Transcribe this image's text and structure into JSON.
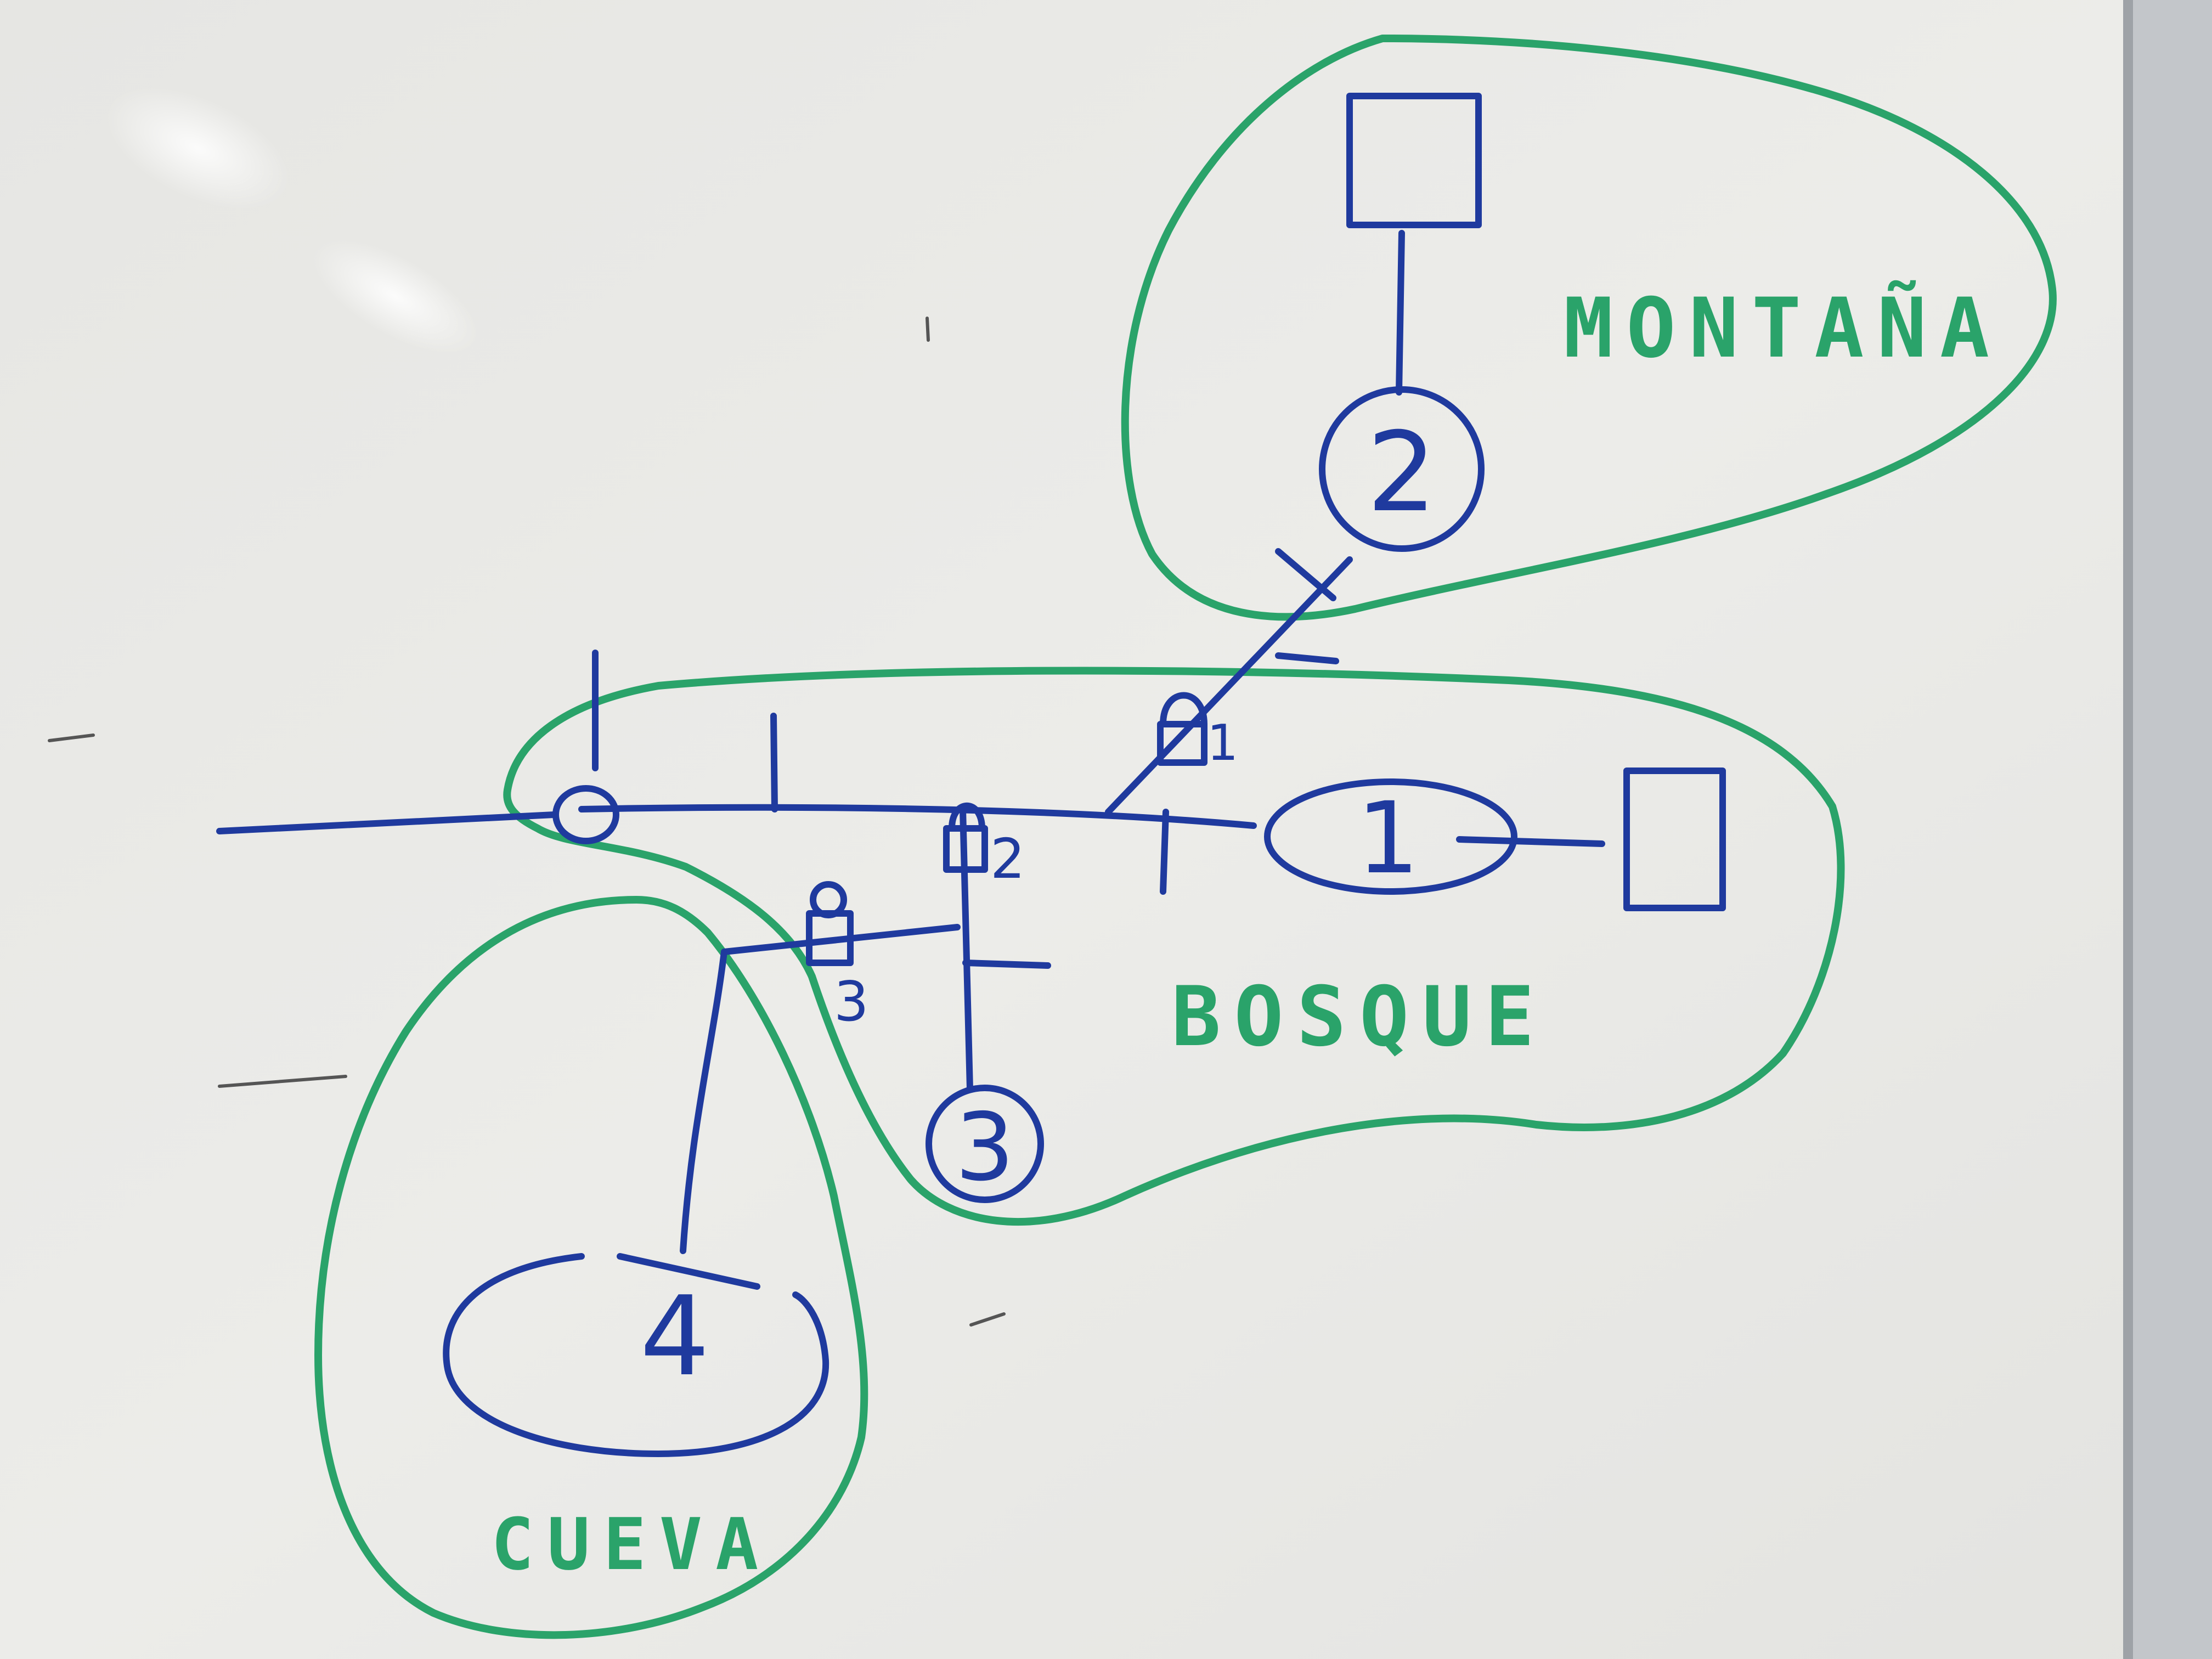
{
  "regions": [
    {
      "id": "montana",
      "label": "MONTAÑA"
    },
    {
      "id": "bosque",
      "label": "BOSQUE"
    },
    {
      "id": "cueva",
      "label": "CUEVA"
    }
  ],
  "nodes": [
    {
      "id": "node-1",
      "label": "1"
    },
    {
      "id": "node-2",
      "label": "2"
    },
    {
      "id": "node-3",
      "label": "3"
    },
    {
      "id": "node-4",
      "label": "4"
    }
  ],
  "locks": [
    {
      "id": "lock-1",
      "label": "1"
    },
    {
      "id": "lock-2",
      "label": "2"
    },
    {
      "id": "lock-3",
      "label": "3"
    }
  ],
  "colors": {
    "board": "#e9e9e6",
    "region_outline": "#2aa36a",
    "graph_ink": "#1f3a9e",
    "frame": "#b9bcc0"
  }
}
